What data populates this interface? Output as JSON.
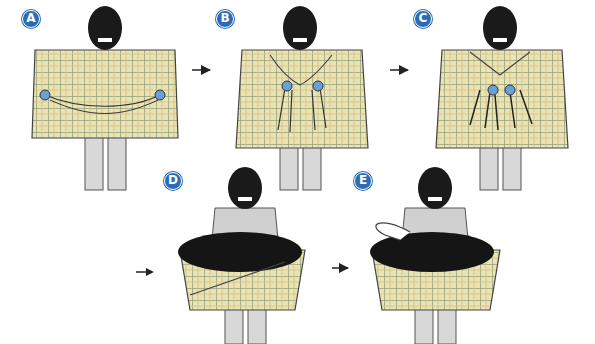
{
  "diagram": {
    "nodes": [
      {
        "text": [
          "A"
        ]
      },
      {
        "text": [
          "B"
        ]
      },
      {
        "text": [
          "C"
        ]
      },
      {
        "text": [
          "D"
        ]
      },
      {
        "text": [
          "E"
        ]
      }
    ],
    "edges": [
      {
        "from": 0,
        "to": 1,
        "arrow": "to"
      },
      {
        "from": 1,
        "to": 2,
        "arrow": "to"
      },
      {
        "from": 3,
        "to": 4,
        "arrow": "to"
      }
    ]
  }
}
